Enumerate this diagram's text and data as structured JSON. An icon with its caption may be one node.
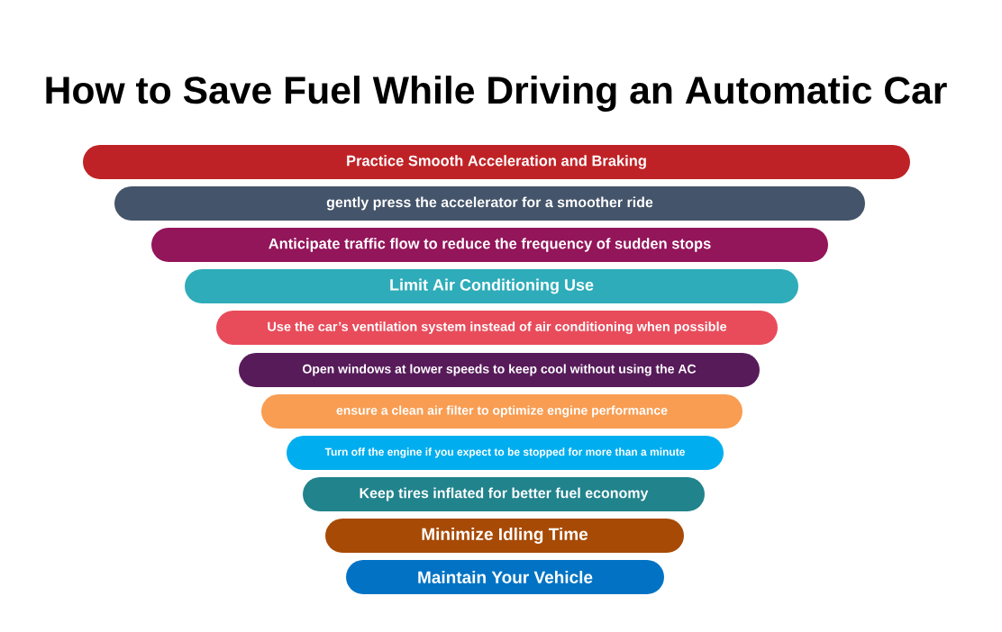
{
  "diagram": {
    "title": "How to Save Fuel While Driving an Automatic Car",
    "nodes": [
      {
        "text": [
          "Practice Smooth Acceleration and Braking"
        ]
      },
      {
        "text": [
          "gently press the accelerator for a smoother ride"
        ]
      },
      {
        "text": [
          "Anticipate traffic flow to reduce the frequency of sudden stops"
        ]
      },
      {
        "text": [
          "Limit Air Conditioning Use"
        ]
      },
      {
        "text": [
          "Use the car’s ventilation system instead of air conditioning when possible"
        ]
      },
      {
        "text": [
          "Open windows at lower speeds to keep cool without using the AC"
        ]
      },
      {
        "text": [
          "ensure a clean air filter to optimize engine performance"
        ]
      },
      {
        "text": [
          "Turn off the engine if you expect to be stopped for more than a minute"
        ]
      },
      {
        "text": [
          "Keep tires inflated for better fuel economy"
        ]
      },
      {
        "text": [
          "Minimize Idling Time"
        ]
      },
      {
        "text": [
          "Maintain Your Vehicle"
        ]
      }
    ]
  }
}
